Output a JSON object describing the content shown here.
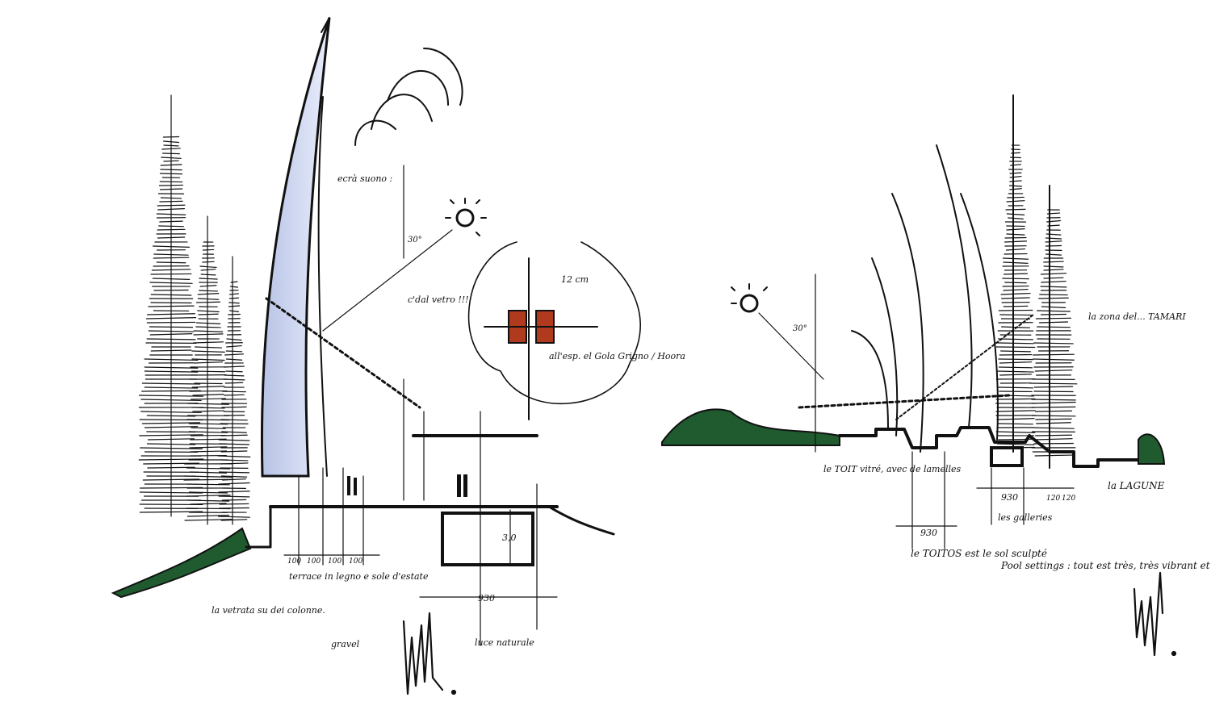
{
  "colors": {
    "ink": "#111111",
    "vegetation": "#1f5b2e",
    "glass_tint": "#c9d3ec",
    "detail_red": "#b03a1e",
    "paper": "#ffffff"
  },
  "section_left": {
    "note_suono": "ecrà suono :",
    "note_vetro": "c'dal vetro !!!",
    "note_detail": "all'esp. el Gola Grigno / Hoora",
    "dim_12cm": "12 cm",
    "angle_label": "30°",
    "dims_small": [
      "100",
      "100",
      "100",
      "100"
    ],
    "dim_bottom": "930",
    "dim_height": "3,0",
    "note_vetrata": "la vetrata su dei colonne.",
    "note_terrace": "terrace in legno e sole d'estate",
    "note_gravel": "gravel",
    "note_light": "luce naturale"
  },
  "section_right": {
    "angle_label": "30°",
    "note_tamarii": "la zona del... TAMARI",
    "note_toit": "le TOIT vitré, avec de lamelles",
    "note_toitos": "le TOITOS est le sol sculpté",
    "dim_930": "930",
    "dim_930b": "930",
    "note_galleries": "les galleries",
    "dims_small": [
      "120",
      "120"
    ],
    "note_laguna": "la LAGUNE",
    "note_bottom": "Pool settings : tout est très, très vibrant et léger"
  },
  "signatures": [
    "signature",
    "signature"
  ]
}
